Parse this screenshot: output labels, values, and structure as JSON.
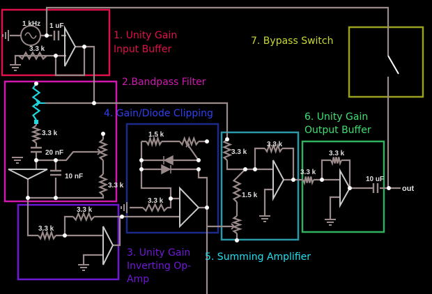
{
  "colors": {
    "background": "#000000",
    "wire": "#9a8a8a",
    "opamp": "#c8c8c8",
    "selected_pot": "#20d8e0",
    "stage1": "#e0104a",
    "stage2": "#d018b0",
    "stage3": "#7018d8",
    "stage4_box": "#1c2a8c",
    "stage4_label": "#3040f0",
    "stage5_box": "#2a9aa8",
    "stage5_label": "#20e0f0",
    "stage6": "#30b060",
    "stage6_label": "#40e070",
    "stage7_box": "#9aa020",
    "stage7_label": "#c8d830"
  },
  "stages": {
    "s1": {
      "line1": "1. Unity Gain",
      "line2": "Input Buffer"
    },
    "s2": {
      "line1": "2.Bandpass Filter"
    },
    "s3": {
      "line1": "3. Unity Gain",
      "line2": "Inverting Op-",
      "line3": "Amp"
    },
    "s4": {
      "line1": "4. Gain/Diode Clipping"
    },
    "s5": {
      "line1": "5. Summing Amplifier"
    },
    "s6": {
      "line1": "6. Unity Gain",
      "line2": "Output Buffer"
    },
    "s7": {
      "line1": "7. Bypass Switch"
    }
  },
  "components": {
    "source": "1 kHz",
    "c_in": "1 uF",
    "r_in": "3.3 k",
    "r_bp": "3.3 k",
    "c_20n": "20 nF",
    "c_10n": "10 nF",
    "r_bp2": "3.3 k",
    "r_inv1": "3.3 k",
    "r_inv2": "3.3 k",
    "r_gain": "1.5 k",
    "r_clip": "3.3 k",
    "r_sum1": "3.3 k",
    "r_sum_fb": "3.3 k",
    "r_sum2": "1.5 k",
    "r_out_in": "3.3 k",
    "r_out_fb": "3.3 k",
    "c_out": "10 uF",
    "out": "out"
  }
}
